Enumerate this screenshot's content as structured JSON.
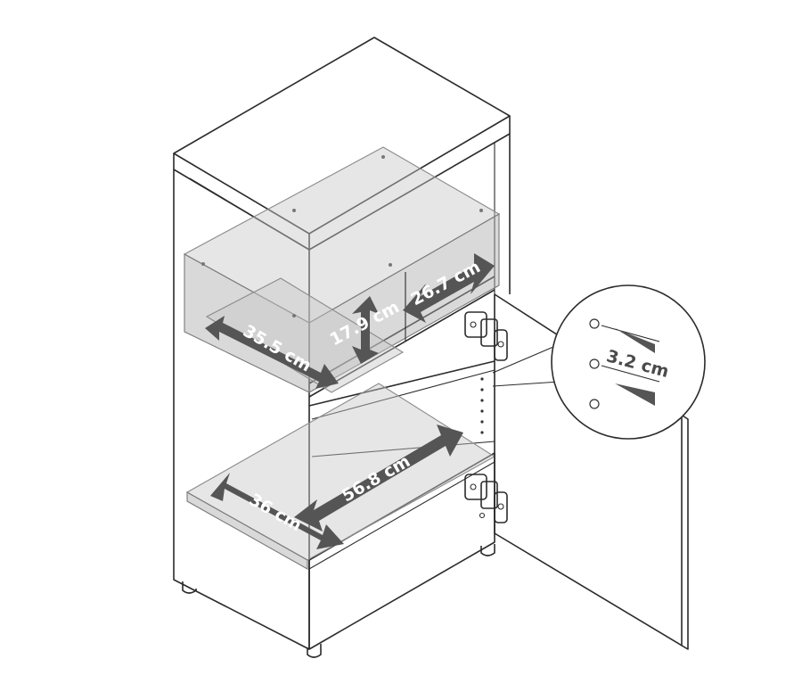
{
  "diagram": {
    "labels": {
      "box_width": "26.7 cm",
      "box_height": "17.9 cm",
      "box_depth": "35.5 cm",
      "shelf_width": "56.8 cm",
      "shelf_depth": "36 cm",
      "hole_spacing": "3.2 cm"
    },
    "colors": {
      "outline": "#2b2b2b",
      "dimension_arrow": "#555555",
      "ghost_fill": "#c8c8c8",
      "background": "#ffffff"
    }
  }
}
